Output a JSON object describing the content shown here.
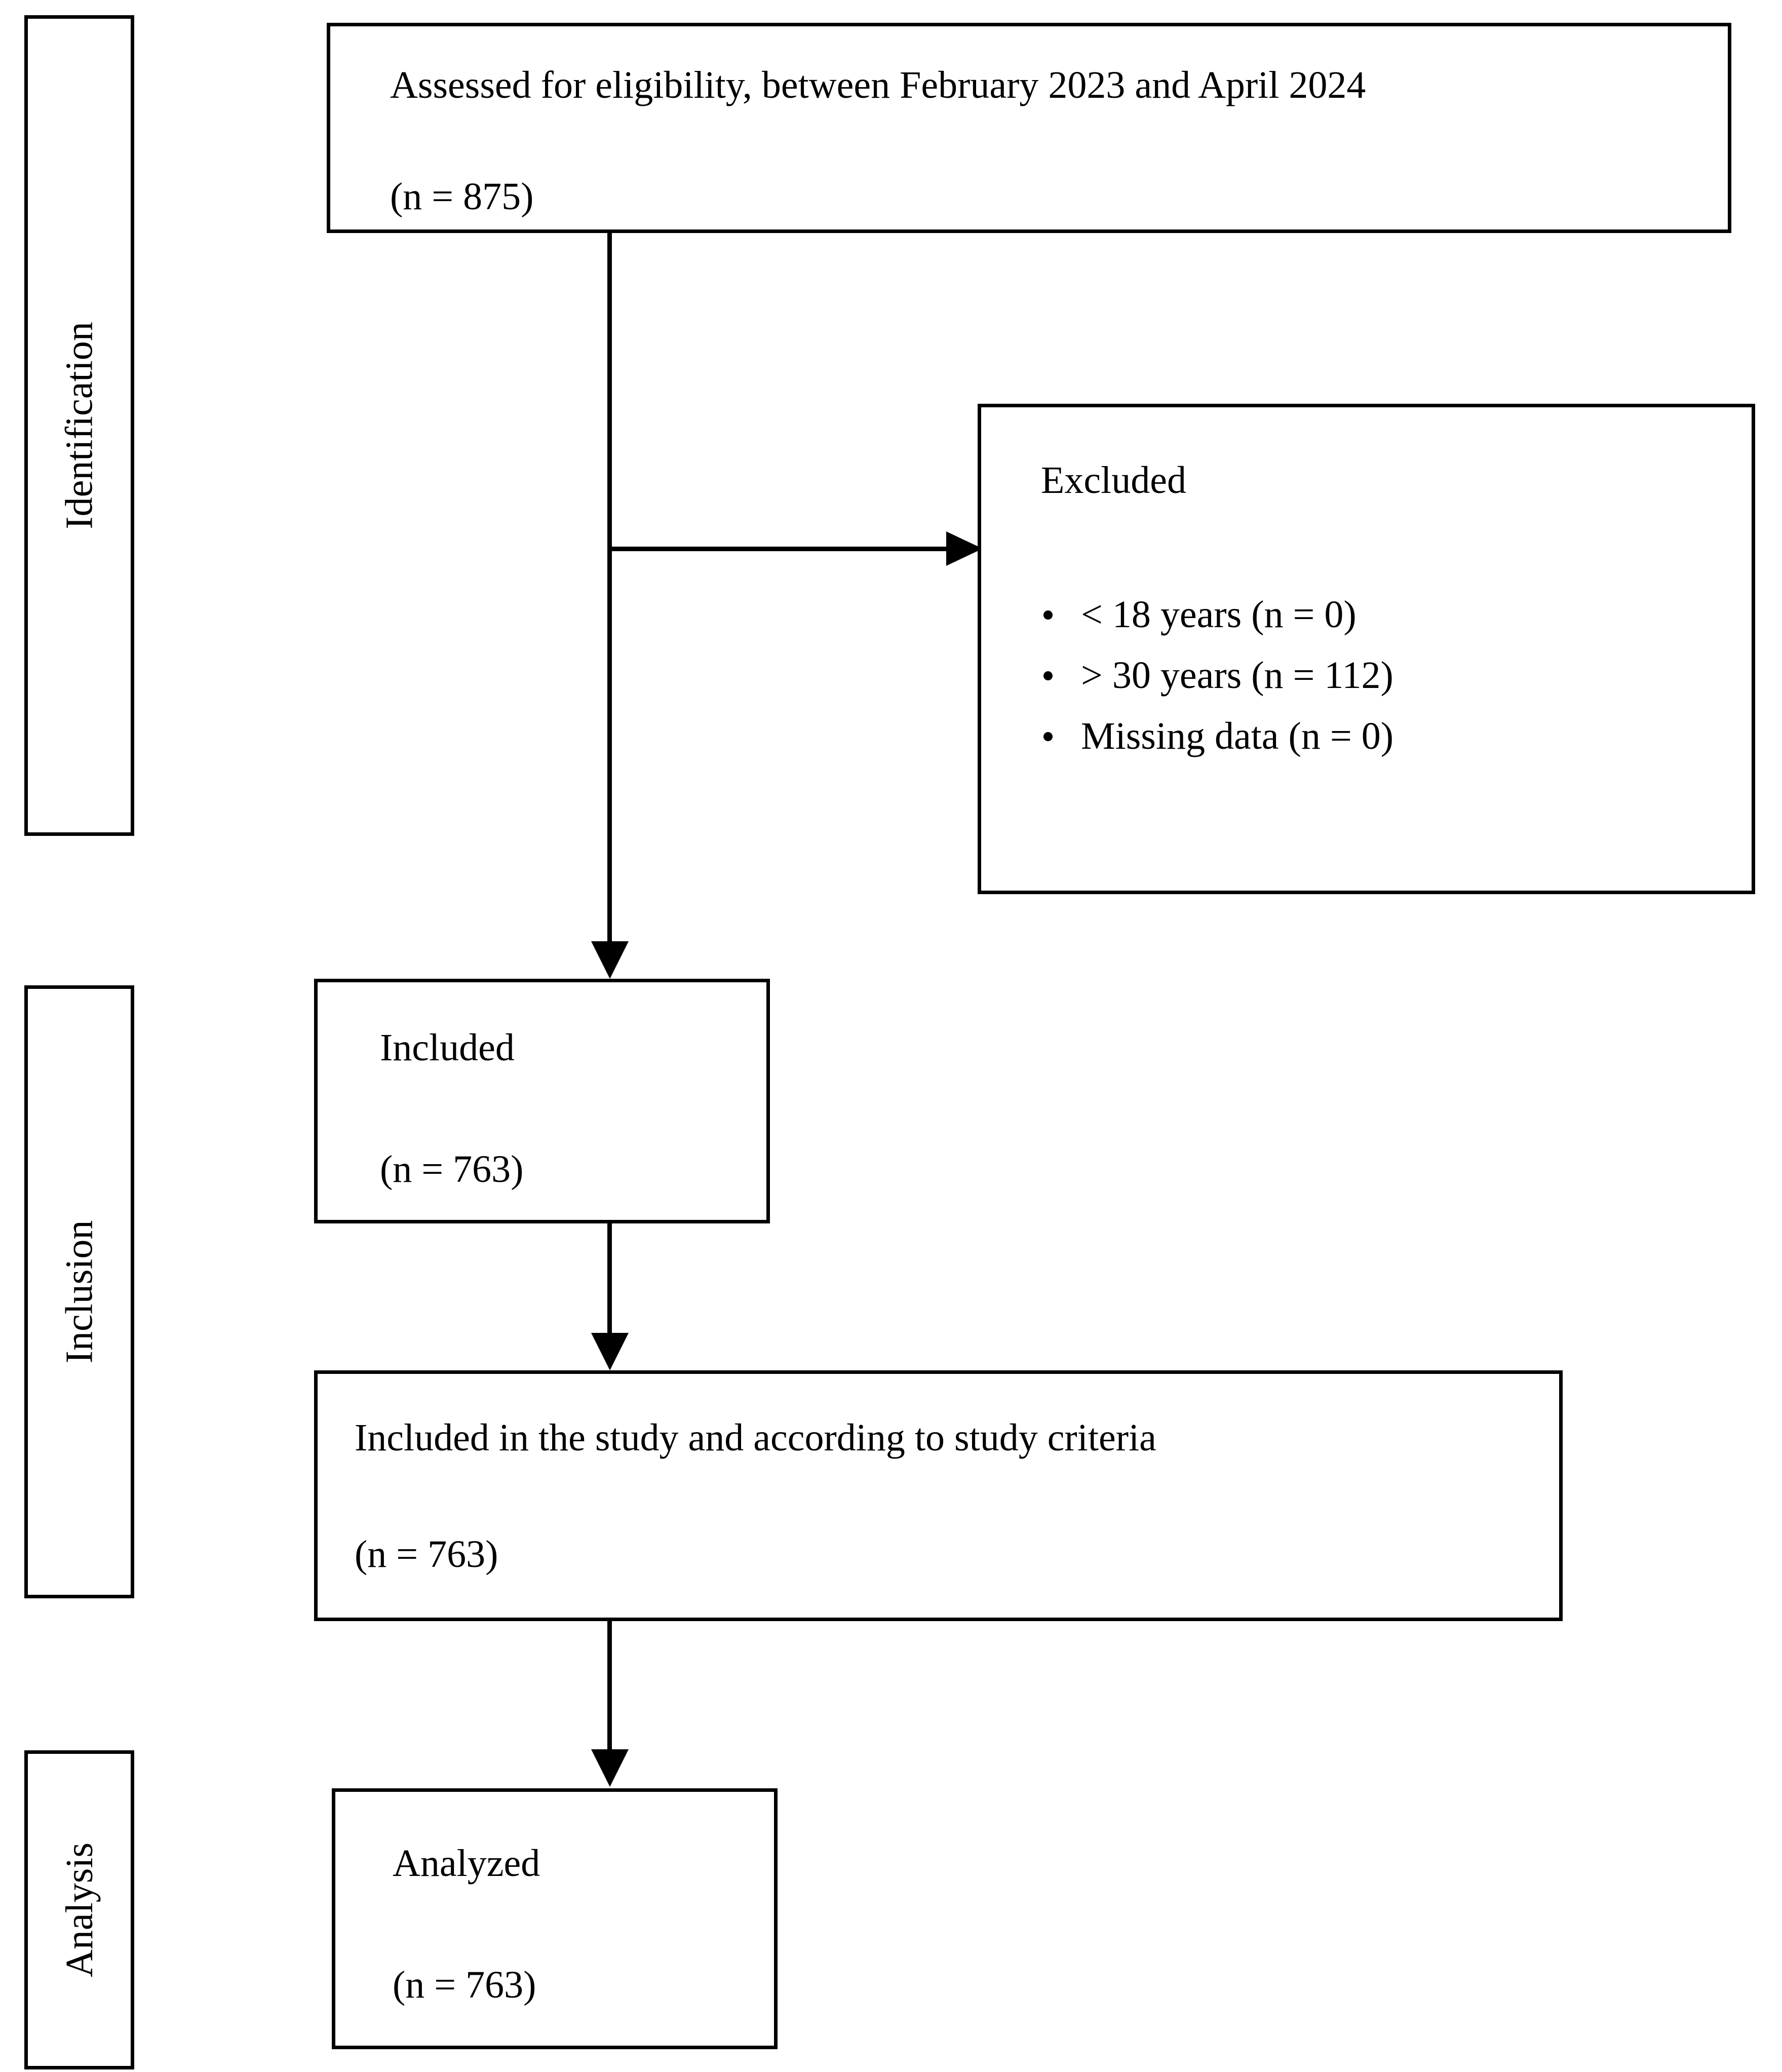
{
  "flow": {
    "type": "prisma-flow-diagram",
    "stages": [
      {
        "name": "Identification"
      },
      {
        "name": "Inclusion"
      },
      {
        "name": "Analysis"
      }
    ],
    "boxes": {
      "assessed": {
        "line1": "Assessed for eligibility, between February 2023 and April 2024",
        "line2": "(n = 875)",
        "n": 875
      },
      "excluded": {
        "heading": "Excluded",
        "items": [
          "< 18 years (n = 0)",
          "> 30 years (n = 112)",
          "Missing data (n = 0)"
        ],
        "counts": {
          "under_18": 0,
          "over_30": 112,
          "missing_data": 0
        }
      },
      "included": {
        "line1": "Included",
        "line2": "(n = 763)",
        "n": 763
      },
      "included_study": {
        "line1": "Included in the study and according to study criteria",
        "line2": "(n = 763)",
        "n": 763
      },
      "analyzed": {
        "line1": "Analyzed",
        "line2": "(n = 763)",
        "n": 763
      }
    },
    "colors": {
      "stroke": "#000000",
      "background": "#ffffff",
      "text": "#000000"
    }
  }
}
